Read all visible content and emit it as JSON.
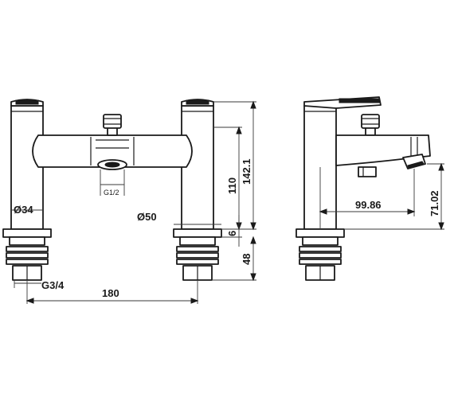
{
  "front_view": {
    "outlet_thread": "G1/2",
    "body_diameter": "Ø34",
    "base_diameter": "Ø50",
    "inlet_thread": "G3/4",
    "centres": "180",
    "height_to_spout": "110",
    "overall_height": "142.1",
    "deck_gap": "6",
    "tail_length": "48"
  },
  "side_view": {
    "spout_reach": "99.86",
    "spout_height": "71.02"
  }
}
